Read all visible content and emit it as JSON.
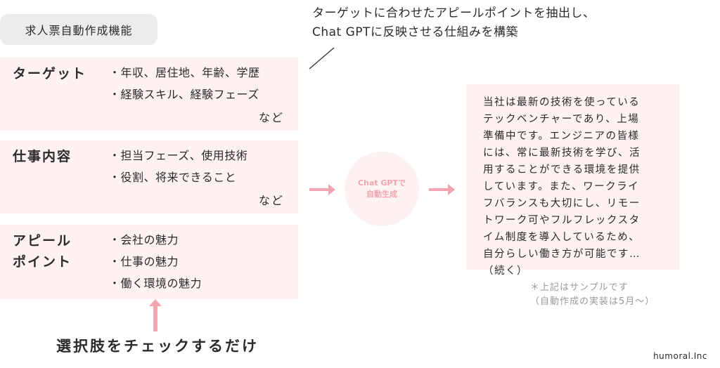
{
  "title": "求人票自動作成機能",
  "callout": {
    "line1": "ターゲットに合わせたアピールポイントを抽出し、",
    "line2": "Chat GPTに反映させる仕組みを構築"
  },
  "boxes": [
    {
      "label_lines": [
        "ターゲット"
      ],
      "items": [
        "年収、居住地、年齢、学歴",
        "経験スキル、経験フェーズ"
      ],
      "etc": "など"
    },
    {
      "label_lines": [
        "仕事内容"
      ],
      "items": [
        "担当フェーズ、使用技術",
        "役割、将来できること"
      ],
      "etc": "など"
    },
    {
      "label_lines": [
        "アピール",
        "ポイント"
      ],
      "items": [
        "会社の魅力",
        "仕事の魅力",
        "働く環境の魅力"
      ],
      "etc": ""
    }
  ],
  "generator": {
    "line1": "Chat GPTで",
    "line2": "自動生成"
  },
  "output": {
    "lines": [
      "当社は最新の技術を使っている",
      "テックベンチャーであり、上場",
      "準備中です。エンジニアの皆様",
      "には、常に最新技術を学び、活",
      "用することができる環境を提供",
      "しています。また、ワークライ",
      "フバランスも大切にし、リモー",
      "トワーク可やフルフレックスタ",
      "イム制度を導入しているため、",
      "自分らしい働き方が可能です…",
      "（続く）"
    ]
  },
  "note": {
    "line1": "＊上記はサンプルです",
    "line2": "（自動作成の実装は5月～）"
  },
  "caption": "選択肢をチェックするだけ",
  "company": "humoral.Inc",
  "colors": {
    "pink_bg": "#fdf1f1",
    "pink_accent": "#f0a5b0",
    "chip_bg": "#ececec"
  }
}
